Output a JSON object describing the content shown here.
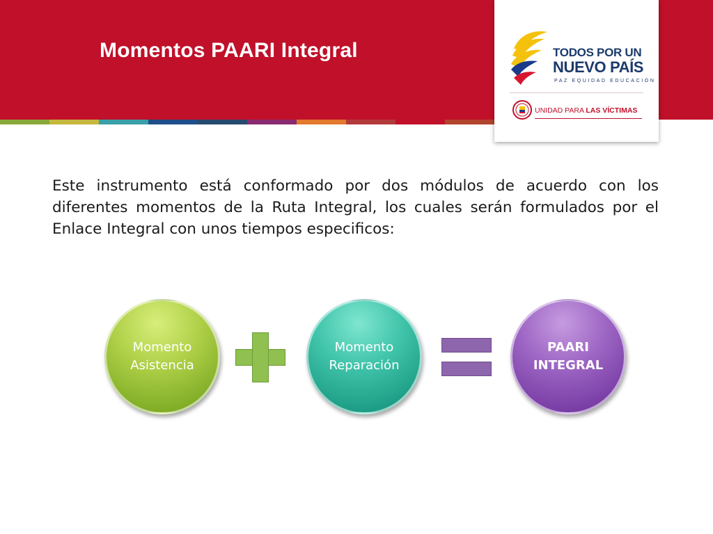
{
  "header": {
    "title": "Momentos PAARI Integral",
    "band_color": "#c0102a",
    "stripe_colors": [
      "#8aa83a",
      "#c5b83c",
      "#3aa0a8",
      "#1f4e8a",
      "#274a6e",
      "#8a2a70",
      "#e2792c",
      "#b33a3a",
      "#c0102a",
      "#b2442e"
    ]
  },
  "logo": {
    "line1": "TODOS POR UN",
    "line2": "NUEVO PAÍS",
    "tagline": "PAZ  EQUIDAD  EDUCACIÓN",
    "unit_prefix": "UNIDAD PARA ",
    "unit_name": "LAS VÍCTIMAS"
  },
  "intro": {
    "text": "Este instrumento está conformado por dos módulos de acuerdo con los diferentes momentos de la Ruta Integral, los cuales serán formulados por el Enlace Integral con unos tiempos especificos:"
  },
  "diagram": {
    "circle_1": "Momento\nAsistencia",
    "circle_2": "Momento\nReparación",
    "result": "PAARI\nINTEGRAL",
    "operator_1": "plus",
    "operator_2": "equals"
  }
}
